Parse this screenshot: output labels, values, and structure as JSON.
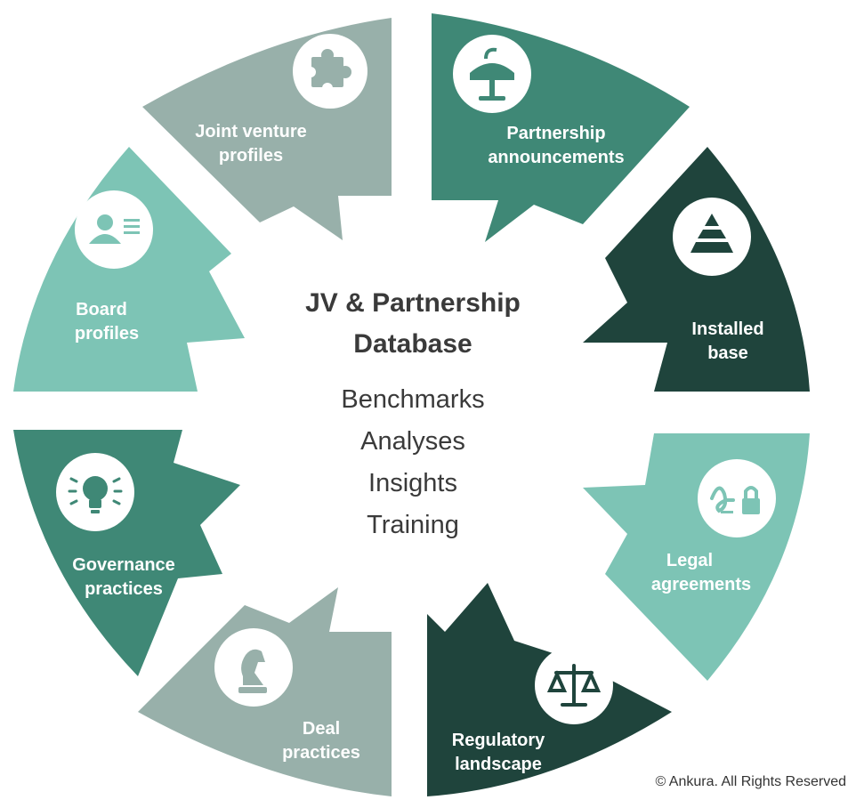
{
  "diagram": {
    "center": {
      "title_line1": "JV & Partnership",
      "title_line2": "Database",
      "items": [
        "Benchmarks",
        "Analyses",
        "Insights",
        "Training"
      ]
    },
    "segments": [
      {
        "id": "joint-venture-profiles",
        "line1": "Joint venture",
        "line2": "profiles",
        "icon": "puzzle-icon",
        "color": "#98b0aa"
      },
      {
        "id": "partnership-announcements",
        "line1": "Partnership",
        "line2": "announcements",
        "icon": "podium-icon",
        "color": "#3f8876"
      },
      {
        "id": "installed-base",
        "line1": "Installed",
        "line2": "base",
        "icon": "pyramid-icon",
        "color": "#1f443c"
      },
      {
        "id": "legal-agreements",
        "line1": "Legal",
        "line2": "agreements",
        "icon": "signature-lock-icon",
        "color": "#7dc4b5"
      },
      {
        "id": "regulatory-landscape",
        "line1": "Regulatory",
        "line2": "landscape",
        "icon": "scales-icon",
        "color": "#1f443c"
      },
      {
        "id": "deal-practices",
        "line1": "Deal",
        "line2": "practices",
        "icon": "chess-knight-icon",
        "color": "#98b0aa"
      },
      {
        "id": "governance-practices",
        "line1": "Governance",
        "line2": "practices",
        "icon": "lightbulb-icon",
        "color": "#3f8876"
      },
      {
        "id": "board-profiles",
        "line1": "Board",
        "line2": "profiles",
        "icon": "profile-card-icon",
        "color": "#7dc4b5"
      }
    ]
  },
  "footer": {
    "copyright": "© Ankura. All Rights Reserved"
  }
}
